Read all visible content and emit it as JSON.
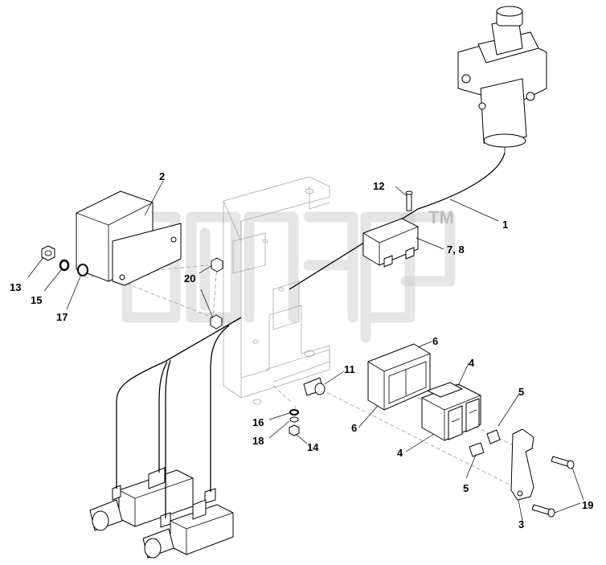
{
  "callouts": {
    "c1": "1",
    "c2": "2",
    "c3": "3",
    "c4a": "4",
    "c4b": "4",
    "c5a": "5",
    "c5b": "5",
    "c6a": "6",
    "c6b": "6",
    "c78": "7, 8",
    "c11": "11",
    "c12": "12",
    "c13": "13",
    "c14": "14",
    "c15": "15",
    "c16": "16",
    "c17": "17",
    "c18": "18",
    "c19": "19",
    "c20": "20"
  },
  "watermark": {
    "trademark": "TM"
  }
}
